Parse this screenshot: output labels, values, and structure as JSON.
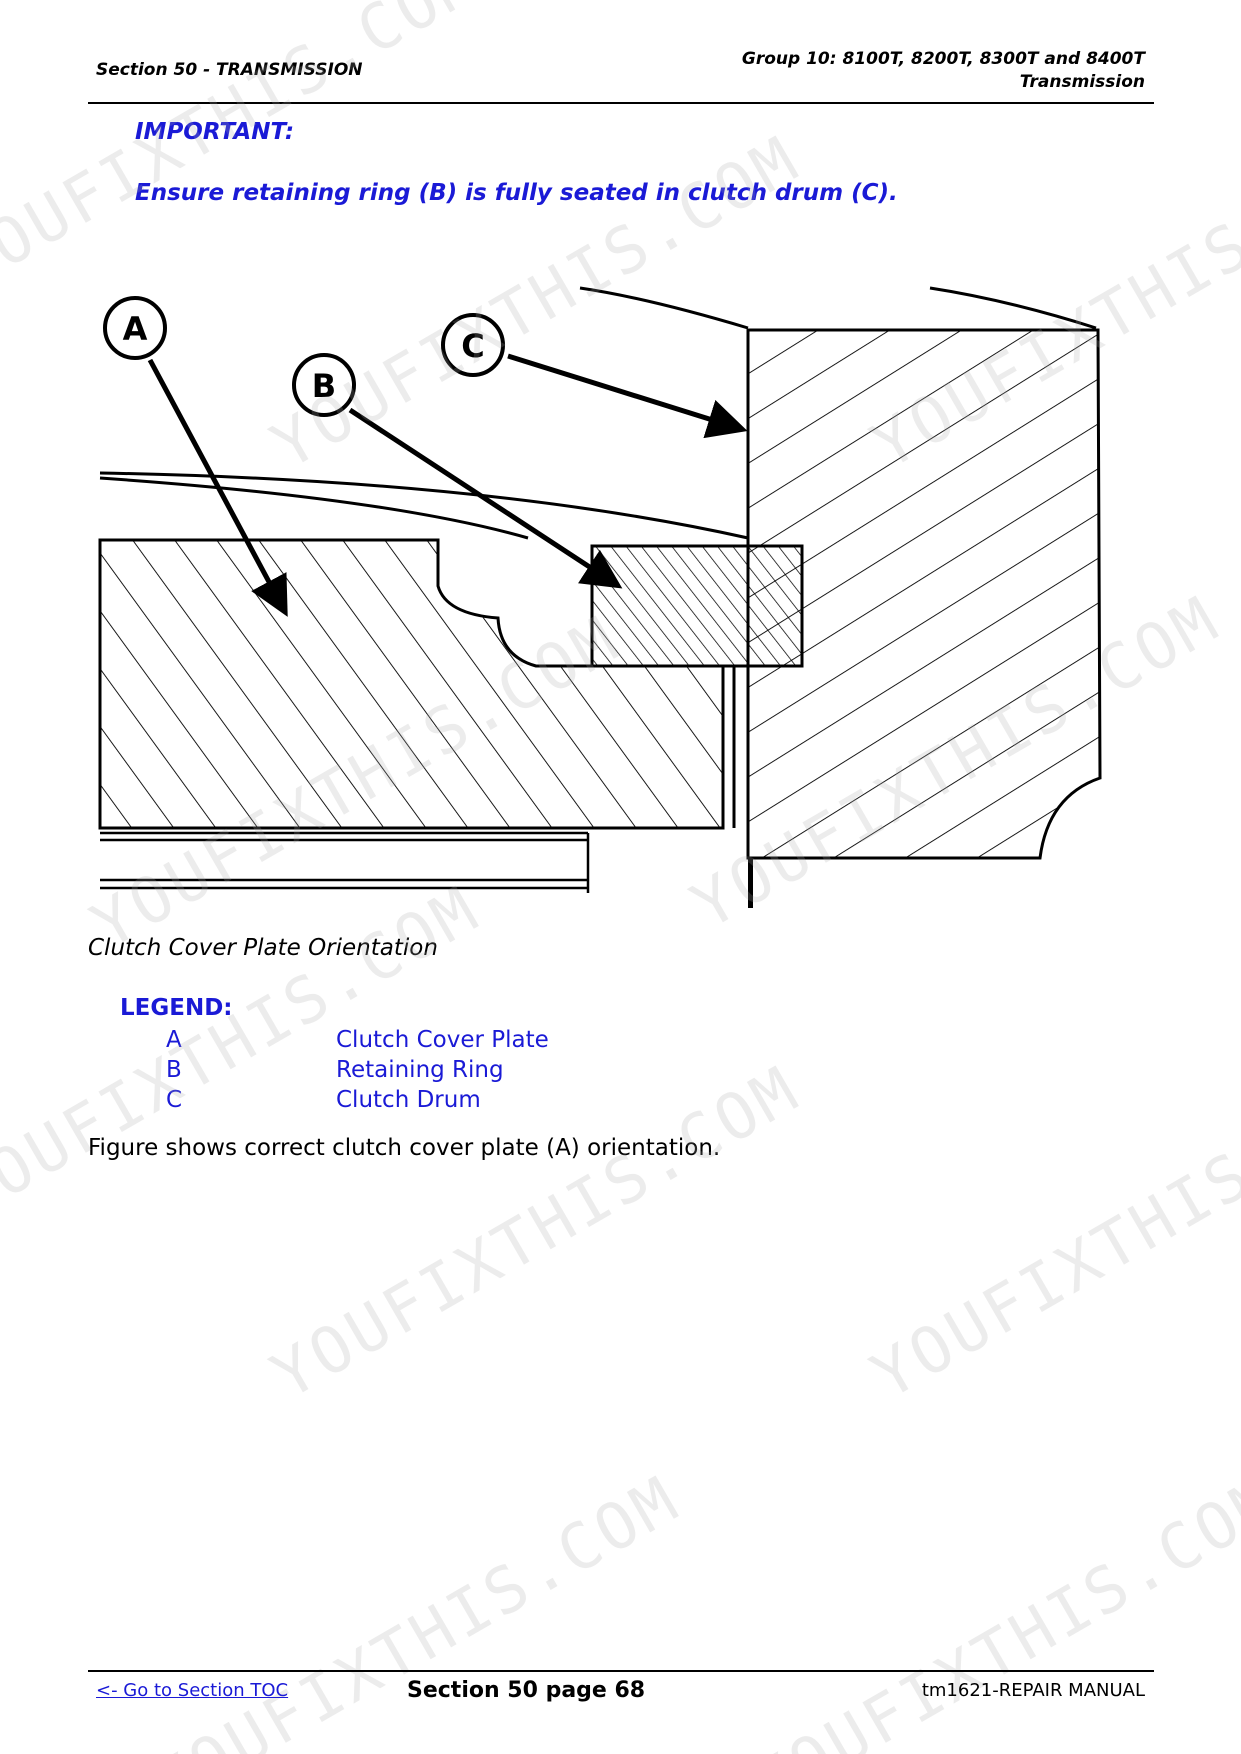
{
  "header": {
    "section": "Section 50 - TRANSMISSION",
    "group_line1": "Group 10: 8100T, 8200T, 8300T and 8400T",
    "group_line2": "Transmission"
  },
  "important": {
    "title": "IMPORTANT:",
    "text": "Ensure retaining ring (B) is fully seated in clutch drum (C)."
  },
  "figure": {
    "callouts": [
      "A",
      "B",
      "C"
    ],
    "caption": "Clutch Cover Plate Orientation"
  },
  "legend": {
    "title": "LEGEND:",
    "items": [
      {
        "key": "A",
        "value": "Clutch Cover Plate"
      },
      {
        "key": "B",
        "value": "Retaining Ring"
      },
      {
        "key": "C",
        "value": "Clutch Drum"
      }
    ]
  },
  "body_text": "Figure shows correct clutch cover plate (A) orientation.",
  "watermark": "YOUFIXTHIS.COM",
  "footer": {
    "toc_link": "<- Go to Section TOC",
    "page": "Section 50 page 68",
    "manual": "tm1621-REPAIR MANUAL"
  },
  "colors": {
    "accent_blue": "#1a1ad6"
  }
}
